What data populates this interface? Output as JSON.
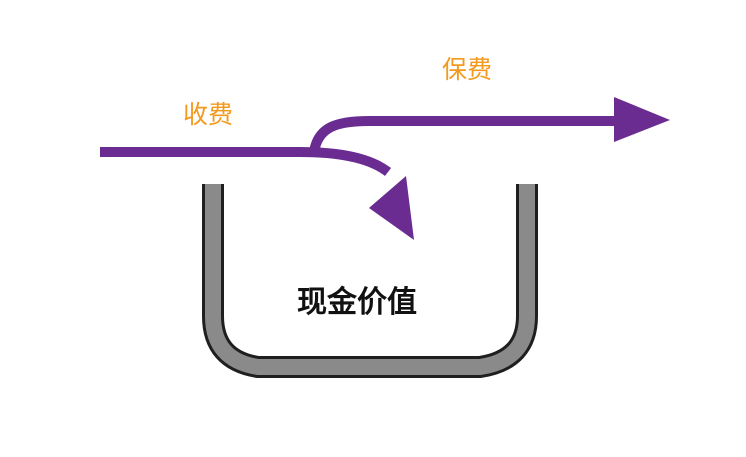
{
  "labels": {
    "fee_label": "收费",
    "premium_label": "保费",
    "cash_value_label": "现金价值"
  },
  "colors": {
    "arrow": "#6a2c91",
    "container_fill": "#8a8a8a",
    "container_stroke": "#1f1f1f",
    "accent_text": "#f39a1e",
    "main_text": "#111111"
  },
  "icons": {
    "fee_arrow": "down-right-arrow-icon",
    "premium_arrow": "right-arrow-icon",
    "container": "u-shaped-container-icon"
  }
}
